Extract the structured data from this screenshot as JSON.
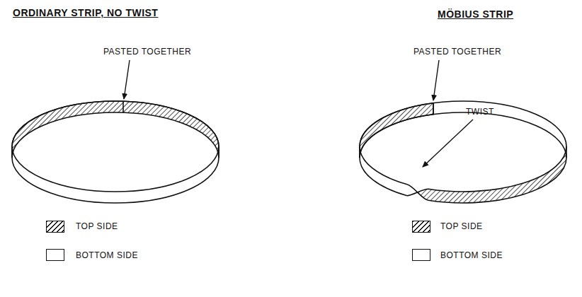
{
  "diagram": {
    "labels": [
      "ORDINARY STRIP, NO TWIST",
      "MÖBIUS STRIP",
      "PASTED TOGETHER",
      "PASTED TOGETHER",
      "TWIST"
    ],
    "legend": [
      {
        "text": "TOP SIDE"
      },
      {
        "text": "BOTTOM SIDE"
      },
      {
        "text": "TOP SIDE"
      },
      {
        "text": "BOTTOM SIDE"
      }
    ]
  }
}
